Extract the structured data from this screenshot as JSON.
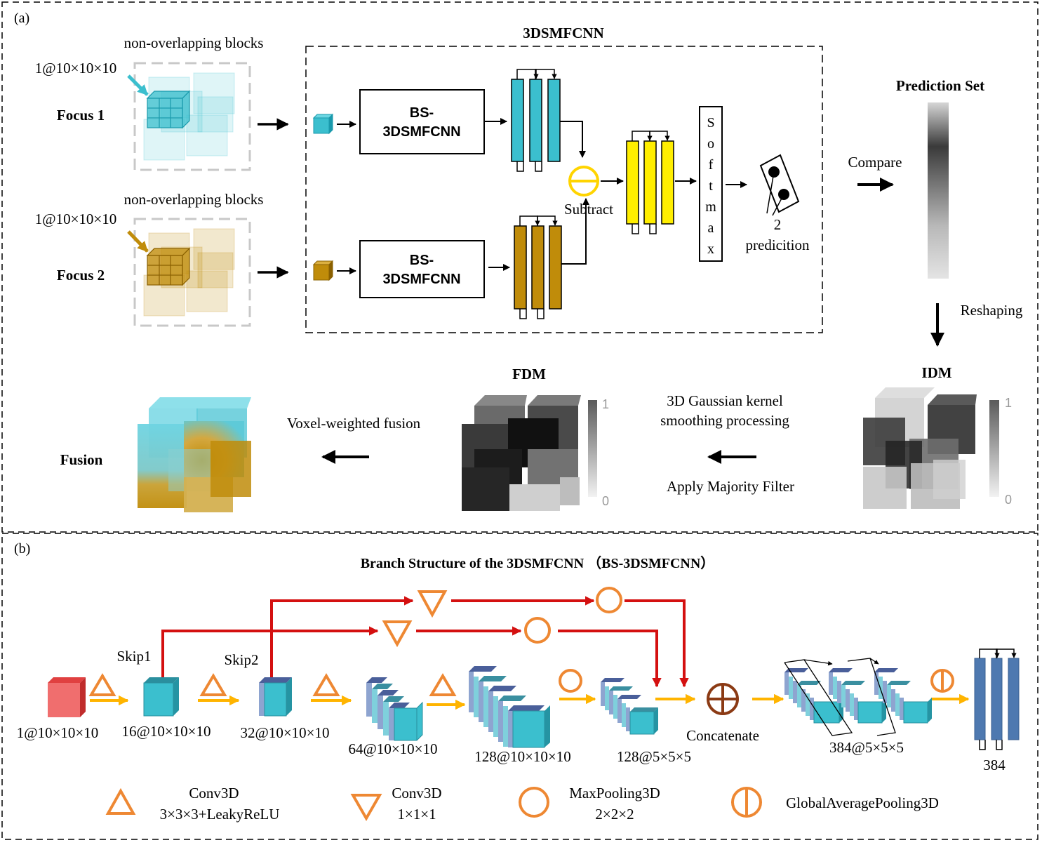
{
  "panel_a": {
    "label": "(a)",
    "blocks_label_1": "non-overlapping blocks",
    "blocks_label_2": "non-overlapping blocks",
    "dim_1": "1@10×10×10",
    "dim_2": "1@10×10×10",
    "focus_1": "Focus 1",
    "focus_2": "Focus 2",
    "net_title": "3DSMFCNN",
    "bs_1": [
      "BS-",
      "3DSMFCNN"
    ],
    "bs_2": [
      "BS-",
      "3DSMFCNN"
    ],
    "subtract": "Subtract",
    "softmax": [
      "S",
      "o",
      "f",
      "t",
      "m",
      "a",
      "x"
    ],
    "pred_num": "2",
    "pred_word": "predicition",
    "prediction_set": "Prediction Set",
    "compare": "Compare",
    "reshaping": "Reshaping",
    "idm": "IDM",
    "idm_bar_max": "1",
    "idm_bar_min": "0",
    "fdm": "FDM",
    "fdm_bar_max": "1",
    "fdm_bar_min": "0",
    "gauss_1": "3D Gaussian kernel",
    "gauss_2": "smoothing processing",
    "majority": "Apply Majority Filter",
    "voxel": "Voxel-weighted fusion",
    "fusion": "Fusion"
  },
  "panel_b": {
    "label": "(b)",
    "title": "Branch Structure of the 3DSMFCNN （BS-3DSMFCNN）",
    "skip1": "Skip1",
    "skip2": "Skip2",
    "dims": [
      "1@10×10×10",
      "16@10×10×10",
      "32@10×10×10",
      "64@10×10×10",
      "128@10×10×10",
      "128@5×5×5",
      "384@5×5×5",
      "384"
    ],
    "concatenate": "Concatenate",
    "legend": {
      "conv3": [
        "Conv3D",
        "3×3×3+LeakyReLU"
      ],
      "conv1": [
        "Conv3D",
        "1×1×1"
      ],
      "maxpool": [
        "MaxPooling3D",
        "2×2×2"
      ],
      "gap": "GlobalAveragePooling3D"
    }
  },
  "colors": {
    "cyan": "#3bbfce",
    "gold": "#c08c0a",
    "yellow": "#ffee00",
    "orange": "#ee8833",
    "red": "#d41010",
    "arrow_yellow": "#ffb400",
    "blue_bar": "#4e79b0",
    "input_red": "#f06e6e",
    "concat_brown": "#8b3a14"
  }
}
